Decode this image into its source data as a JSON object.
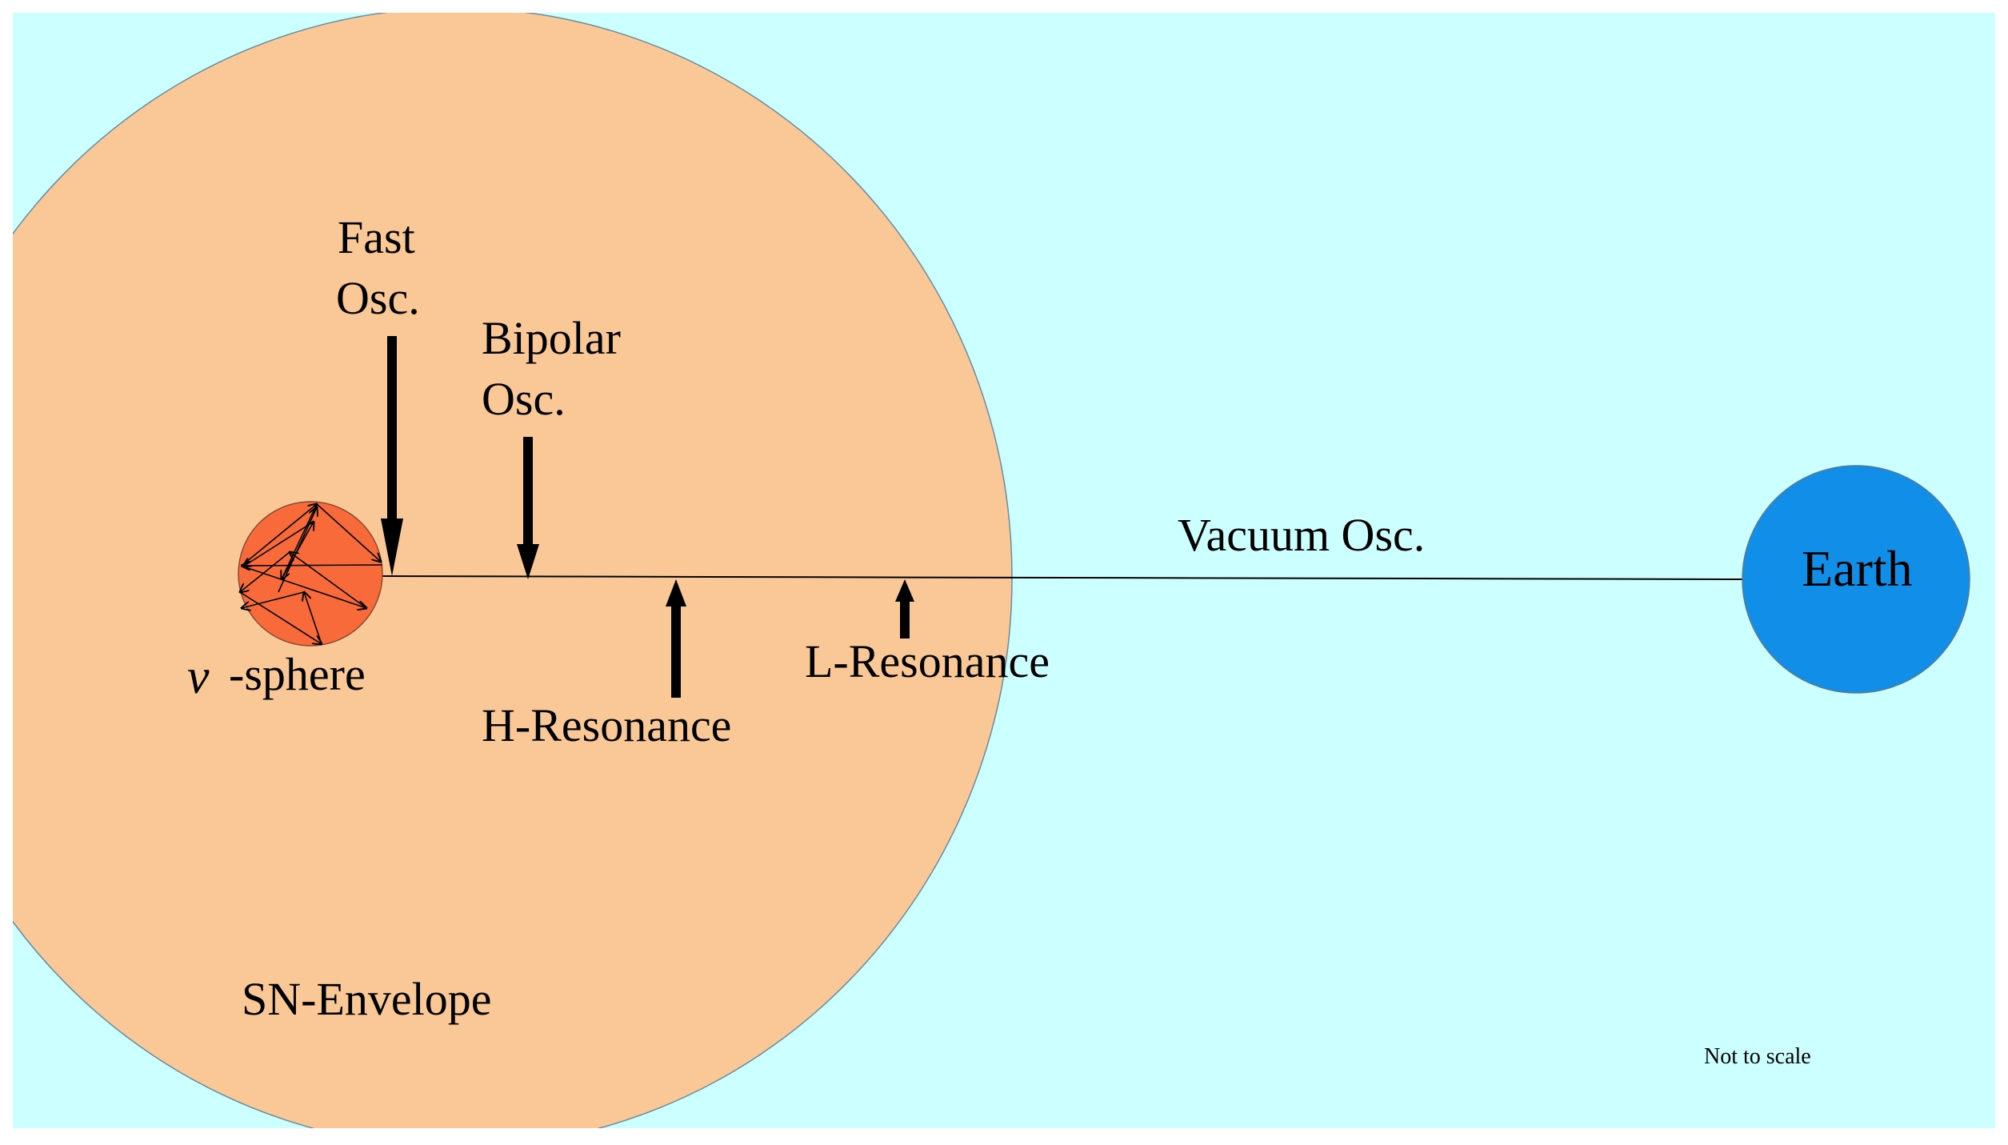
{
  "colors": {
    "background": "#ccffff",
    "envelope": "#fac896",
    "neutrinosphere": "#f96a3a",
    "earth": "#118ee8",
    "line": "#000000"
  },
  "labels": {
    "fast_osc": [
      "Fast",
      "Osc."
    ],
    "bipolar_osc": [
      "Bipolar",
      "Osc."
    ],
    "vacuum_osc": "Vacuum Osc.",
    "earth": "Earth",
    "nu_symbol": "ν",
    "nu_sphere": "-sphere",
    "h_resonance": "H-Resonance",
    "l_resonance": "L-Resonance",
    "sn_envelope": "SN-Envelope",
    "not_to_scale": "Not to scale"
  },
  "icons": {
    "fast_osc_arrow": "arrow-down-icon",
    "bipolar_osc_arrow": "arrow-down-icon",
    "h_resonance_arrow": "arrow-up-icon",
    "l_resonance_arrow": "arrow-up-icon"
  }
}
